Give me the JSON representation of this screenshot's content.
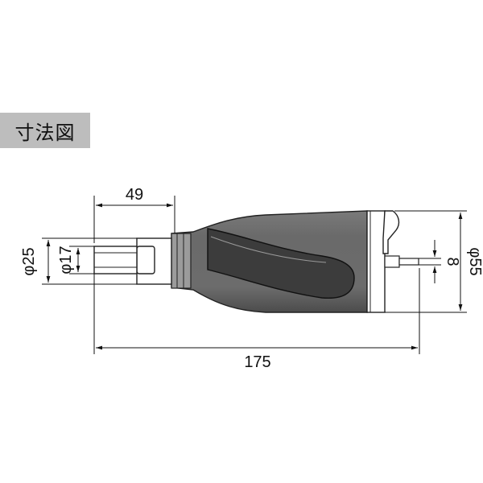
{
  "title": "寸法図",
  "dimensions": {
    "nose_length": "49",
    "overall_length": "175",
    "outer_diameter_25": "φ25",
    "inner_diameter_17": "φ17",
    "body_diameter_55": "φ55",
    "inlet_8": "8"
  }
}
